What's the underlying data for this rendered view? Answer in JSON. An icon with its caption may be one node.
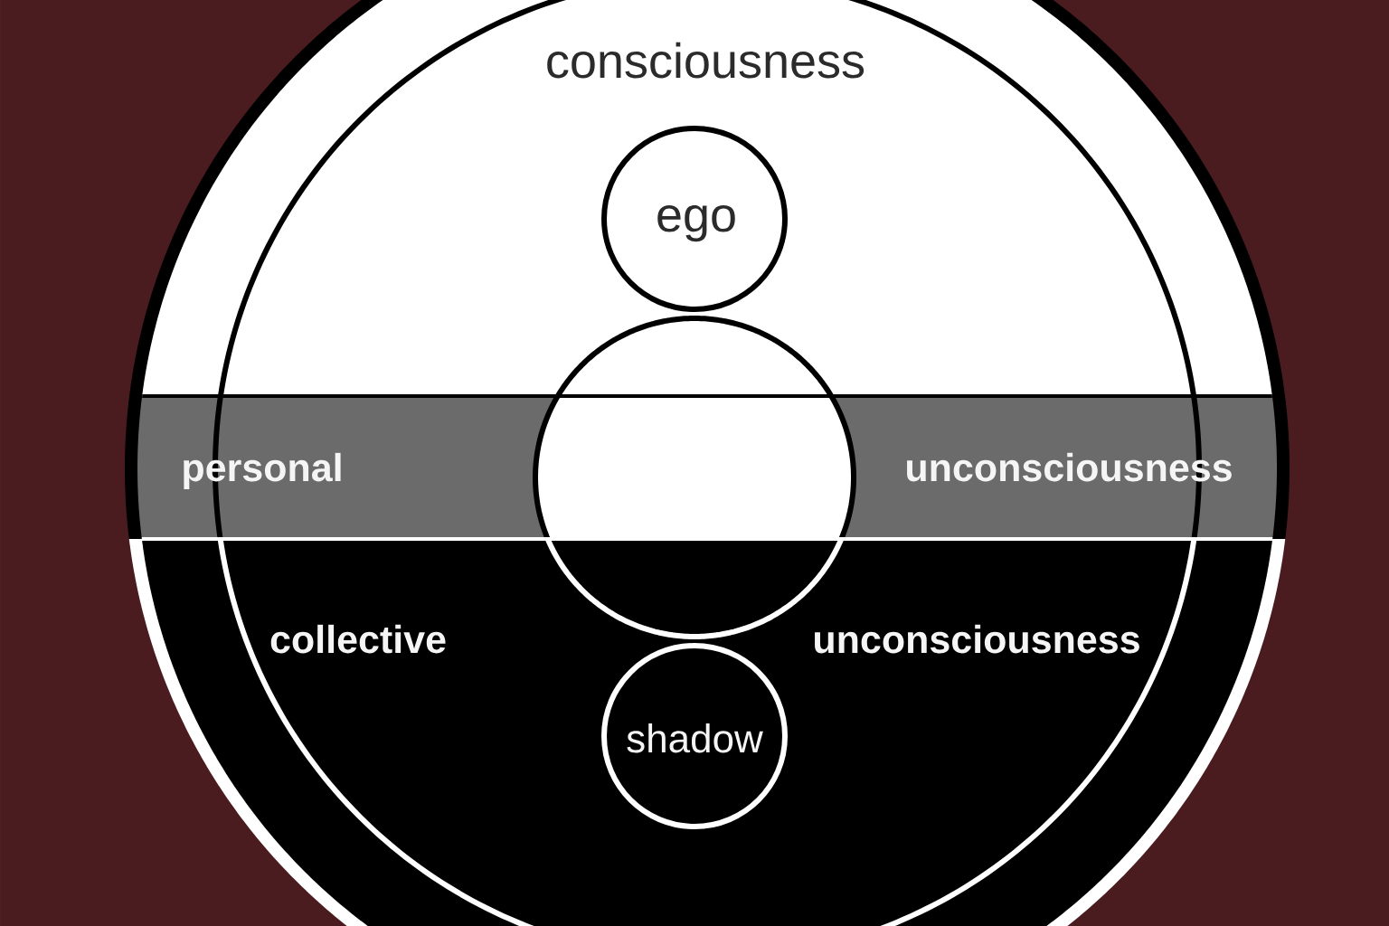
{
  "diagram": {
    "nodes": [
      {
        "text": [
          "consciousness"
        ]
      },
      {
        "text": [
          "ego"
        ],
        "in": 0
      },
      {
        "text": [],
        "shape": "circle"
      },
      {
        "text": [
          "personal",
          "unconsciousness"
        ]
      },
      {
        "text": [
          "collective",
          "unconsciousness"
        ]
      },
      {
        "text": [
          "shadow"
        ],
        "in": 4
      }
    ]
  }
}
